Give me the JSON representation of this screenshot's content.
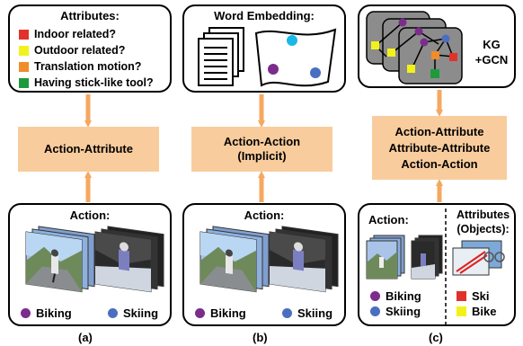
{
  "colors": {
    "orange_fill": "#f9cc9d",
    "arrow": "#f5a860",
    "purple": "#7b2d8b",
    "blue": "#4a6fc0",
    "red": "#e0322a",
    "yellow": "#f2f21a",
    "orange_sq": "#f08c2a",
    "green": "#1e9a3c",
    "cyan": "#1ab8e6"
  },
  "panel_a": {
    "attributes_title": "Attributes:",
    "attributes": [
      {
        "label": "Indoor related?",
        "color": "red"
      },
      {
        "label": "Outdoor related?",
        "color": "yellow"
      },
      {
        "label": "Translation motion?",
        "color": "orange_sq"
      },
      {
        "label": "Having stick-like tool?",
        "color": "green"
      }
    ],
    "middle": "Action-Attribute",
    "action_title": "Action:",
    "biking": "Biking",
    "skiing": "Skiing",
    "caption": "(a)"
  },
  "panel_b": {
    "top_title": "Word Embedding:",
    "middle_line1": "Action-Action",
    "middle_line2": "(Implicit)",
    "action_title": "Action:",
    "biking": "Biking",
    "skiing": "Skiing",
    "caption": "(b)"
  },
  "panel_c": {
    "kg_line1": "KG",
    "kg_line2": "+GCN",
    "middle_line1": "Action-Attribute",
    "middle_line2": "Attribute-Attribute",
    "middle_line3": "Action-Action",
    "action_title": "Action:",
    "attributes_title_line1": "Attributes",
    "attributes_title_line2": "(Objects):",
    "biking": "Biking",
    "skiing": "Skiing",
    "ski": "Ski",
    "bike": "Bike",
    "caption": "(c)"
  }
}
